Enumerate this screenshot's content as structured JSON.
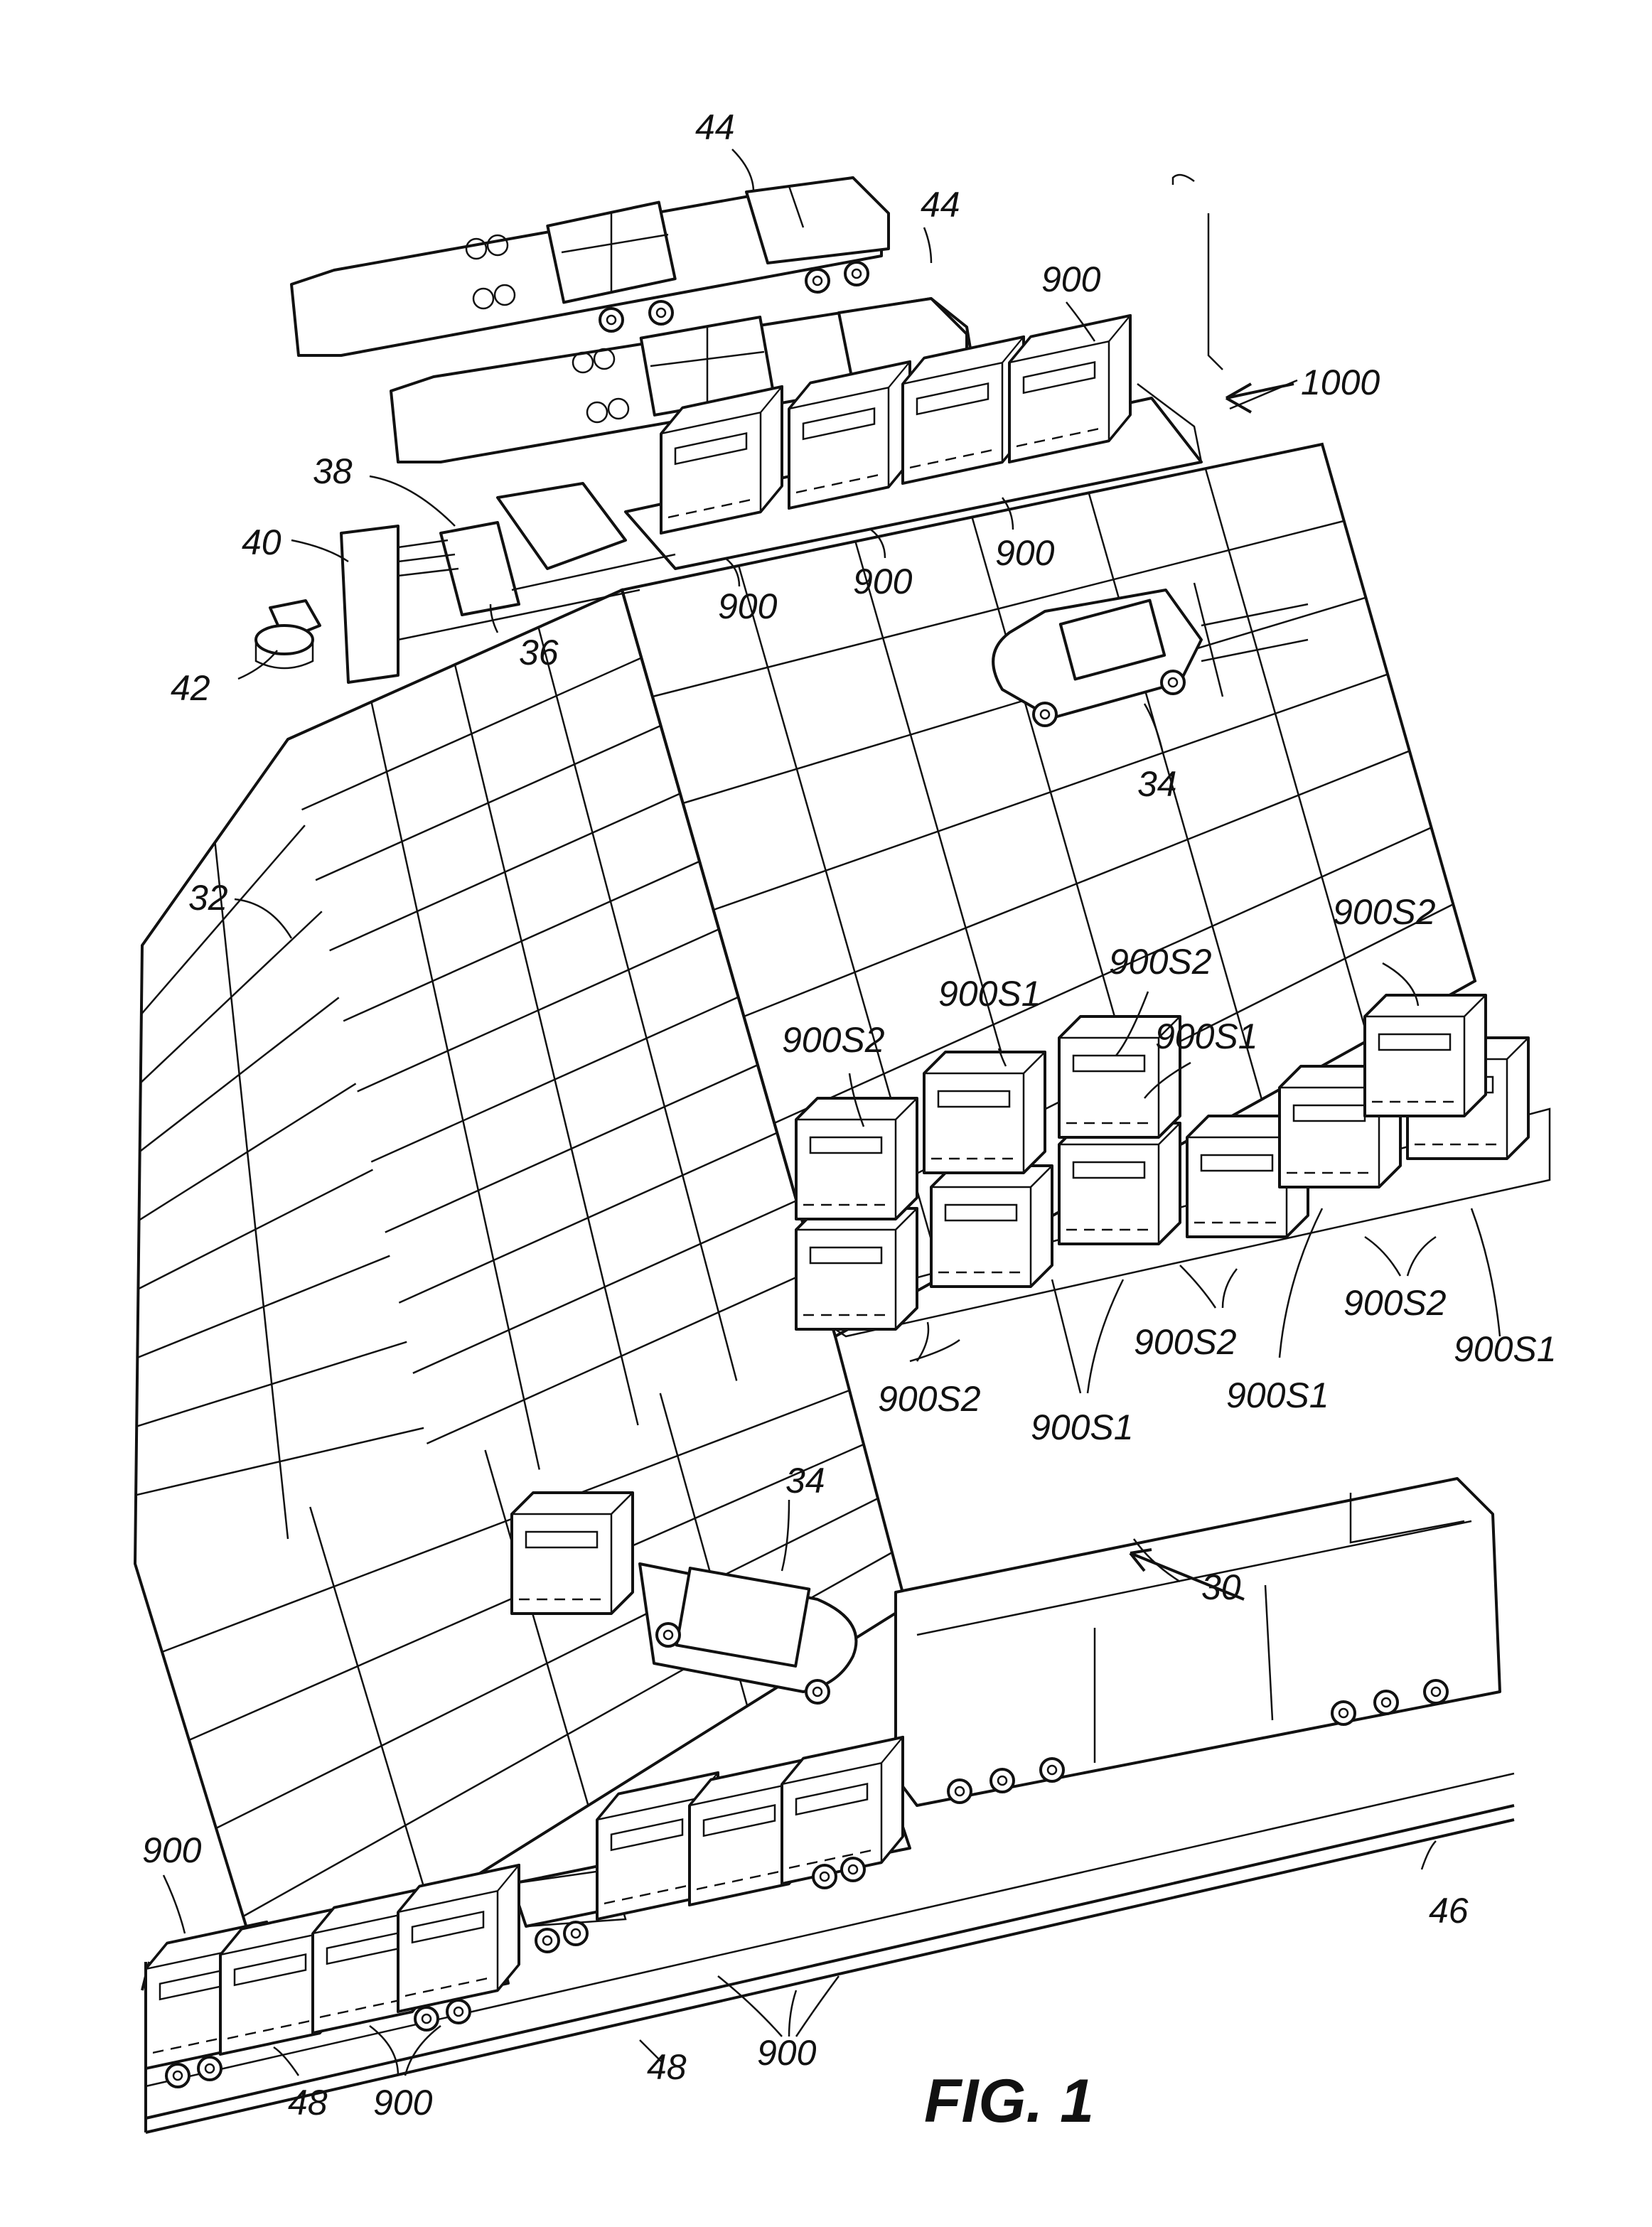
{
  "figure": {
    "title": "FIG. 1"
  },
  "labels": {
    "system": "30",
    "mat_field": "32",
    "forklift_upper": "34",
    "forklift_lower": "34",
    "hopper": "36",
    "conveyor": "38",
    "blender": "40",
    "wellhead": "42",
    "truck_top": "44",
    "truck_second": "44",
    "locomotive": "46",
    "railcar_left": "48",
    "railcar_mid": "48",
    "trailer_system": "1000",
    "container_top_right": "900",
    "container_trailer_a": "900",
    "container_trailer_b": "900",
    "container_trailer_c": "900",
    "container_rail_left_top": "900",
    "container_rail_left_bottom": "900",
    "container_rail_mid": "900",
    "s2_upper_left": "900S2",
    "s1_upper_a": "900S1",
    "s2_upper_b": "900S2",
    "s1_upper_c": "900S1",
    "s2_upper_right": "900S2",
    "s2_lower_a": "900S2",
    "s1_lower_b": "900S1",
    "s2_lower_c": "900S2",
    "s1_lower_d": "900S1",
    "s2_lower_e": "900S2",
    "s1_lower_f": "900S1"
  }
}
